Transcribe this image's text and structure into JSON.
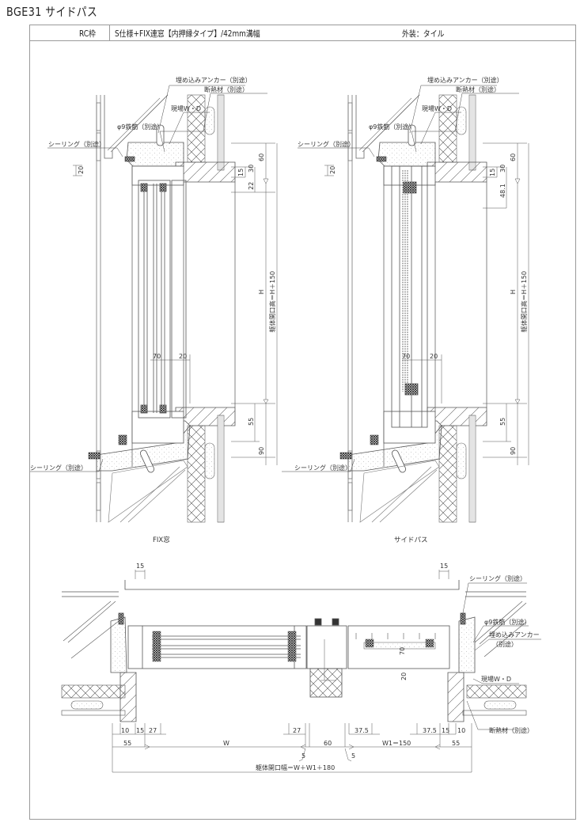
{
  "title": "BGE31 サイドパス",
  "header": {
    "frame_type": "RC枠",
    "spec": "S仕様+FIX連窓【内押縁タイプ】/42mm溝幅",
    "exterior": "外装：タイル"
  },
  "sections": {
    "fix": {
      "caption": "FIX窓",
      "labels": {
        "anchor": "埋め込みアンカー（別途）",
        "insulation": "断熱材（別途）",
        "site_wd": "現場W・D",
        "rebar": "φ9鉄筋（別途）",
        "sealing_top": "シーリング（別途）",
        "sealing_bottom": "シーリング（別途）"
      },
      "dims": {
        "top_left": "20",
        "top_15": "15",
        "top_30": "30",
        "top_60": "60",
        "top_22": "22",
        "height": "H",
        "opening": "躯体開口高＝H＋150",
        "w70": "70",
        "w20": "20",
        "bot_55": "55",
        "bot_90": "90"
      }
    },
    "sidepath": {
      "caption": "サイドパス",
      "labels": {
        "anchor": "埋め込みアンカー（別途）",
        "insulation": "断熱材（別途）",
        "site_wd": "現場W・D",
        "rebar": "φ9鉄筋（別途）",
        "sealing_top": "シーリング（別途）",
        "sealing_bottom": "シーリング（別途）"
      },
      "dims": {
        "top_left": "20",
        "top_15": "15",
        "top_30": "30",
        "top_60": "60",
        "top_48": "48.1",
        "height": "H",
        "opening": "躯体開口高＝H＋150",
        "w70": "70",
        "w20": "20",
        "bot_55": "55",
        "bot_90": "90"
      }
    },
    "plan": {
      "labels": {
        "sealing": "シーリング（別途）",
        "rebar": "φ9鉄筋（別途）",
        "anchor_1": "埋め込みアンカー",
        "anchor_2": "（別途）",
        "site_wd": "現場W・D",
        "insulation": "断熱材（別途）"
      },
      "dims": {
        "left_15": "15",
        "right_15": "15",
        "d10_l": "10",
        "d15_l": "15",
        "d27_l": "27",
        "d27_r": "27",
        "d55_l": "55",
        "w": "W",
        "d5_a": "5",
        "d60": "60",
        "d37_a": "37.5",
        "d37_b": "37.5",
        "d15_r": "15",
        "d10_r": "10",
        "w1": "W1＝150",
        "d5_b": "5",
        "d55_r": "55",
        "d70": "70",
        "d20": "20",
        "opening": "躯体開口幅＝W＋W1＋180"
      }
    }
  }
}
